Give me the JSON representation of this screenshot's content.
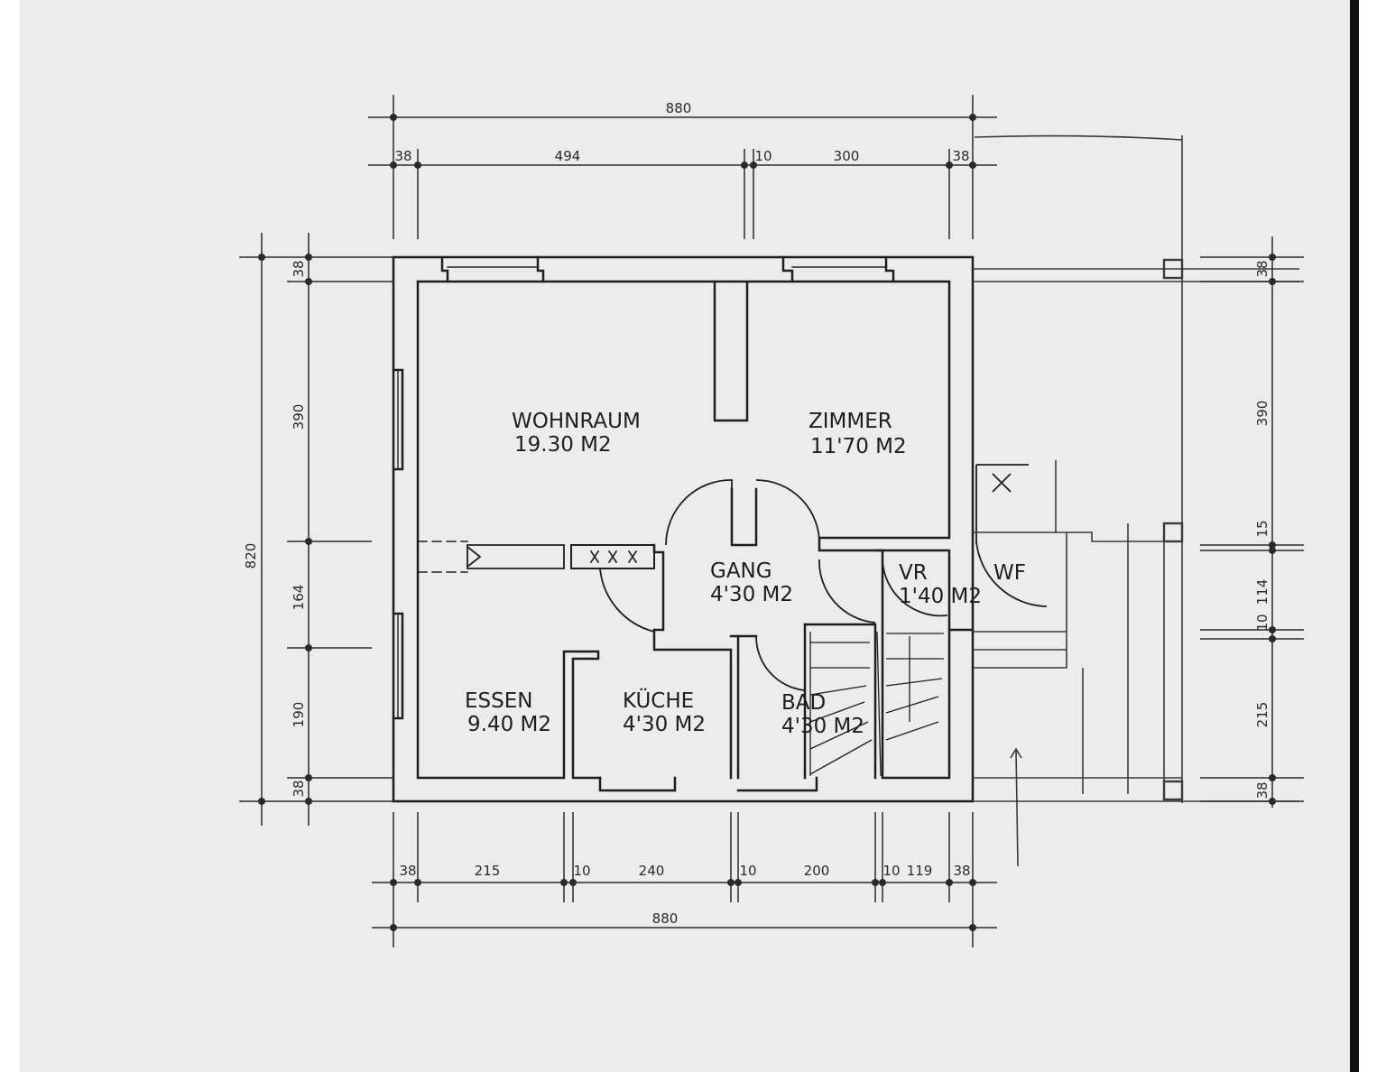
{
  "colors": {
    "paper": "#ececec",
    "ink": "#1e1e1e",
    "border": "#111111"
  },
  "rooms": {
    "wohnraum": {
      "name": "WOHNRAUM",
      "area": "19.30 M2"
    },
    "zimmer": {
      "name": "ZIMMER",
      "area": "11'70 M2"
    },
    "gang": {
      "name": "GANG",
      "area": "4'30 M2"
    },
    "vr": {
      "name": "VR",
      "area": "1'40 M2"
    },
    "wf": {
      "name": "WF"
    },
    "essen": {
      "name": "ESSEN",
      "area": "9.40 M2"
    },
    "kueche": {
      "name": "KÜCHE",
      "area": "4'30 M2"
    },
    "bad": {
      "name": "BAD",
      "area": "4'30 M2"
    }
  },
  "dimensions": {
    "top_total": "880",
    "top_parts": [
      "38",
      "494",
      "10",
      "300",
      "38"
    ],
    "bottom_total": "880",
    "bottom_parts": [
      "38",
      "215",
      "10",
      "240",
      "10",
      "200",
      "10",
      "119",
      "38"
    ],
    "left_total": "820",
    "left_parts": [
      "38",
      "390",
      "164",
      "190",
      "38"
    ],
    "right_parts": [
      "38",
      "390",
      "15",
      "114",
      "10",
      "215",
      "38"
    ]
  }
}
